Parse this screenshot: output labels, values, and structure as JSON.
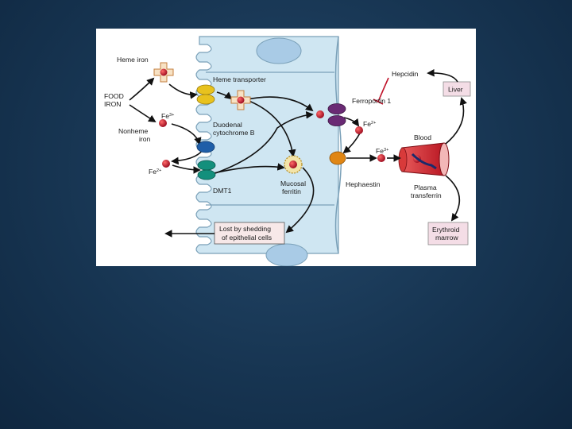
{
  "diagram": {
    "labels": {
      "heme_iron": "Heme iron",
      "food_iron_1": "FOOD",
      "food_iron_2": "IRON",
      "nonheme_1": "Nonheme",
      "nonheme_2": "iron",
      "fe3_left": "Fe",
      "fe3_left_sup": "3+",
      "fe2_left": "Fe",
      "fe2_left_sup": "2+",
      "heme_transporter": "Heme transporter",
      "duodenal_1": "Duodenal",
      "duodenal_2": "cytochrome B",
      "dmt1": "DMT1",
      "mucosal_1": "Mucosal",
      "mucosal_2": "ferritin",
      "ferroportin": "Ferroportin 1",
      "fe2_right": "Fe",
      "fe2_right_sup": "2+",
      "fe3_right": "Fe",
      "fe3_right_sup": "3+",
      "hephaestin": "Hephaestin",
      "hepcidin": "Hepcidin",
      "liver": "Liver",
      "blood": "Blood",
      "plasma_1": "Plasma",
      "plasma_2": "transferrin",
      "erythroid_1": "Erythroid",
      "erythroid_2": "marrow",
      "lost_1": "Lost by shedding",
      "lost_2": "of epithelial cells"
    },
    "colors": {
      "cell": "#cfe6f2",
      "cell_border": "#7aa0b8",
      "iron_ball": "#c0142b",
      "heme_box": "#f7e2c4",
      "transporter_yellow": "#e8c21e",
      "cytb_blue": "#1f5ea8",
      "dmt1_teal": "#138f7c",
      "ferroportin_purple": "#6a2a74",
      "hephaestin_orange": "#e08614",
      "vessel_red": "#c81e2a",
      "organ_box": "#f4dde6"
    }
  }
}
